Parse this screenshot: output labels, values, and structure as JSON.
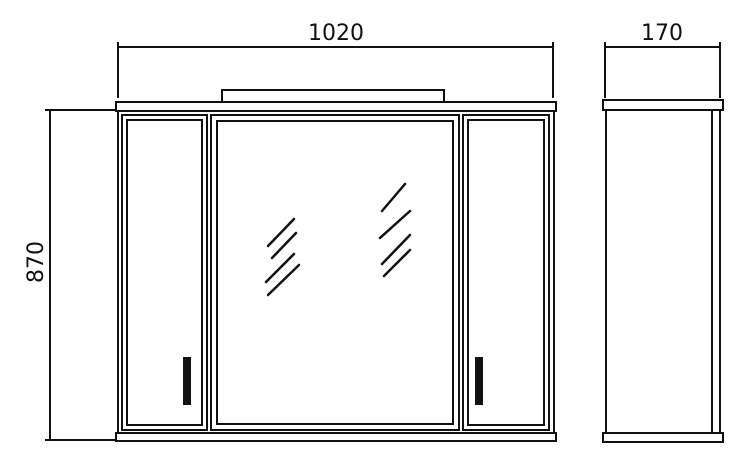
{
  "dimensions": {
    "width": "1020",
    "depth": "170",
    "height": "870"
  },
  "colors": {
    "line": "#111111",
    "background": "#ffffff"
  }
}
